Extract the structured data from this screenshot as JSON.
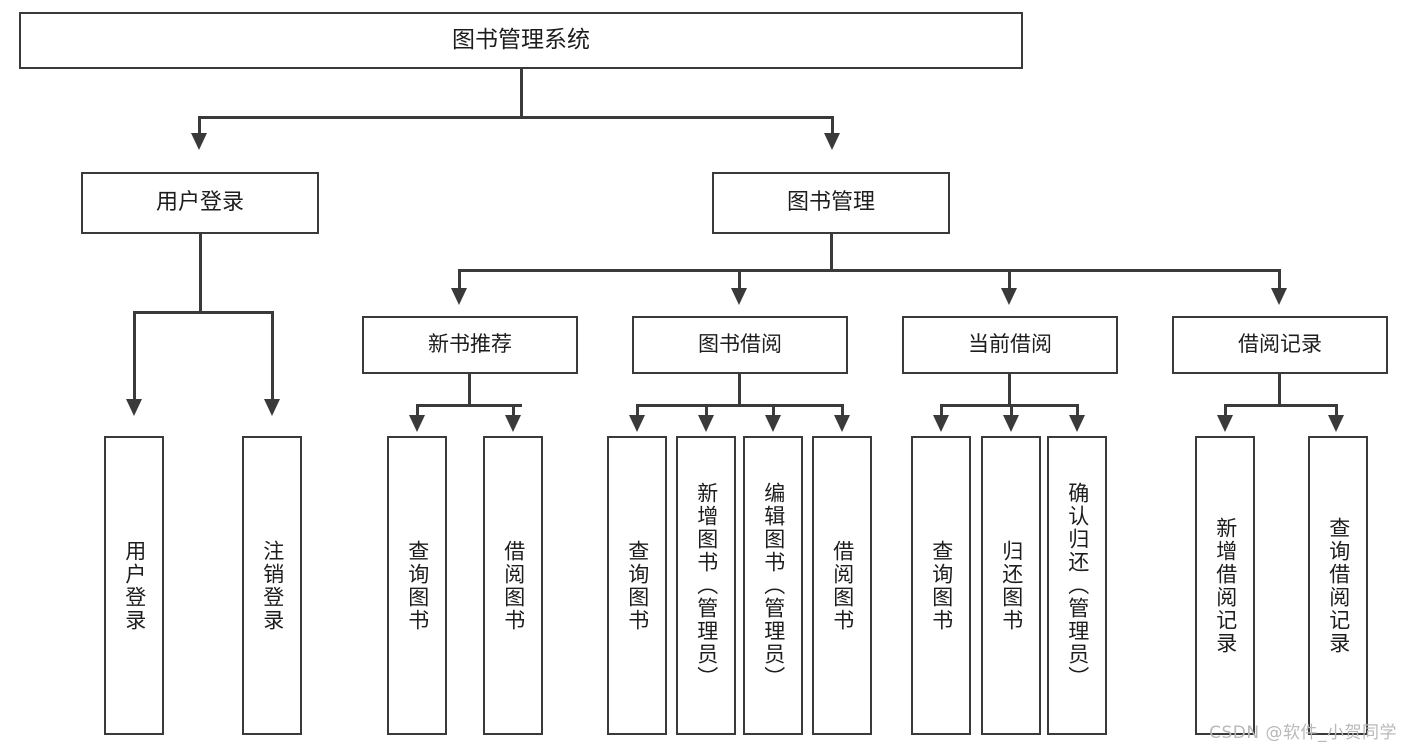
{
  "diagram": {
    "type": "tree-hierarchy",
    "title": "图书管理系统",
    "watermark": "CSDN @软件_小贺同学",
    "colors": {
      "stroke": "#3a3a3a",
      "fill": "#ffffff",
      "text": "#1d1d1d",
      "watermark": "#b9b9b9"
    },
    "root": {
      "label": "图书管理系统"
    },
    "level2": [
      {
        "id": "user-login",
        "label": "用户登录"
      },
      {
        "id": "book-manage",
        "label": "图书管理"
      }
    ],
    "level3": [
      {
        "id": "new-book-recommend",
        "label": "新书推荐",
        "parent": "book-manage"
      },
      {
        "id": "book-borrow",
        "label": "图书借阅",
        "parent": "book-manage"
      },
      {
        "id": "current-borrow",
        "label": "当前借阅",
        "parent": "book-manage"
      },
      {
        "id": "borrow-record",
        "label": "借阅记录",
        "parent": "book-manage"
      }
    ],
    "leaves": {
      "user-login": [
        {
          "id": "leaf-user-login",
          "label": "用户登录"
        },
        {
          "id": "leaf-user-logout",
          "label": "注销登录"
        }
      ],
      "new-book-recommend": [
        {
          "id": "leaf-query-book-1",
          "label": "查询图书"
        },
        {
          "id": "leaf-borrow-book-1",
          "label": "借阅图书"
        }
      ],
      "book-borrow": [
        {
          "id": "leaf-query-book-2",
          "label": "查询图书"
        },
        {
          "id": "leaf-add-book",
          "label": "新增图书（管理员）"
        },
        {
          "id": "leaf-edit-book",
          "label": "编辑图书（管理员）"
        },
        {
          "id": "leaf-borrow-book-2",
          "label": "借阅图书"
        }
      ],
      "current-borrow": [
        {
          "id": "leaf-query-book-3",
          "label": "查询图书"
        },
        {
          "id": "leaf-return-book",
          "label": "归还图书"
        },
        {
          "id": "leaf-confirm-return",
          "label": "确认归还（管理员）"
        }
      ],
      "borrow-record": [
        {
          "id": "leaf-add-record",
          "label": "新增借阅记录"
        },
        {
          "id": "leaf-query-record",
          "label": "查询借阅记录"
        }
      ]
    }
  }
}
